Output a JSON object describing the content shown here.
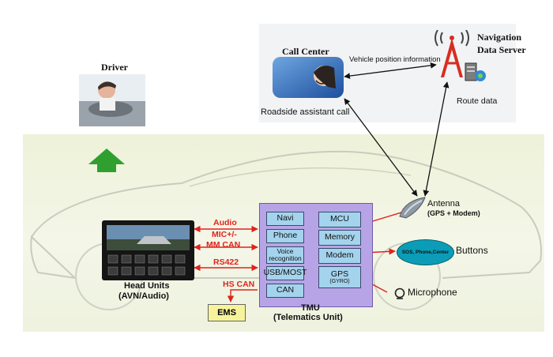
{
  "driver": {
    "label": "Driver"
  },
  "call_center": {
    "label": "Call Center"
  },
  "navigation": {
    "line1": "Navigation",
    "line2": "Data Server"
  },
  "links": {
    "vehicle_position": "Vehicle position information",
    "route_data": "Route data",
    "roadside": "Roadside assistant call"
  },
  "head_units": {
    "line1": "Head Units",
    "line2": "(AVN/Audio)"
  },
  "bus_labels": {
    "audio": "Audio",
    "mic": "MIC+/-",
    "mm_can": "MM CAN",
    "rs422": "RS422",
    "hs_can": "HS CAN"
  },
  "tmu": {
    "line1": "TMU",
    "line2": "(Telematics Unit)",
    "left_modules": [
      "Navi",
      "Phone",
      "Voice recognition",
      "USB/MOST",
      "CAN"
    ],
    "right_modules": [
      "MCU",
      "Memory",
      "Modem"
    ],
    "gps": {
      "line1": "GPS",
      "line2": "(GYRO)"
    }
  },
  "ems": {
    "label": "EMS"
  },
  "antenna": {
    "line1": "Antenna",
    "line2": "(GPS + Modem)"
  },
  "buttons": {
    "ellipse_text": "SOS, Phone,Center",
    "label": "Buttons"
  },
  "microphone": {
    "label": "Microphone"
  },
  "colors": {
    "bus_red": "#e0231c",
    "module_blue": "#a4d3ed",
    "tmu_purple": "#b7a4e7",
    "arrow_green": "#2fa02f"
  }
}
